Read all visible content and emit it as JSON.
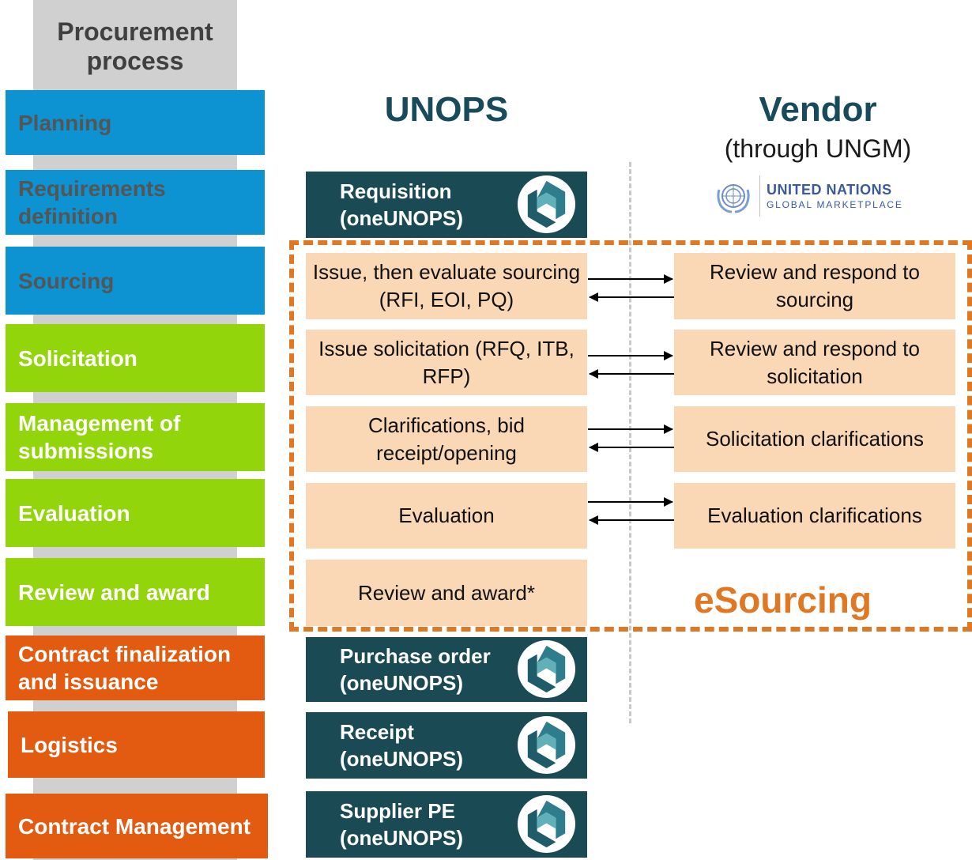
{
  "process_title": "Procurement process",
  "stages": [
    {
      "label": "Planning",
      "color": "#0d93d1"
    },
    {
      "label": "Requirements definition",
      "color": "#0d93d1"
    },
    {
      "label": "Sourcing",
      "color": "#0d93d1"
    },
    {
      "label": "Solicitation",
      "color": "#92d50a"
    },
    {
      "label": "Management of submissions",
      "color": "#92d50a"
    },
    {
      "label": "Evaluation",
      "color": "#92d50a"
    },
    {
      "label": "Review and award",
      "color": "#92d50a"
    },
    {
      "label": "Contract finalization and issuance",
      "color": "#e25b10"
    },
    {
      "label": "Logistics",
      "color": "#e25b10"
    },
    {
      "label": "Contract Management",
      "color": "#e25b10"
    }
  ],
  "unops": {
    "heading": "UNOPS",
    "requisition": "Requisition (oneUNOPS)",
    "issue_sourcing": "Issue, then evaluate sourcing (RFI, EOI, PQ)",
    "issue_solicitation": "Issue solicitation (RFQ, ITB, RFP)",
    "clarifications": "Clarifications, bid receipt/opening",
    "evaluation": "Evaluation",
    "review_award": "Review and award*",
    "purchase_order": "Purchase order (oneUNOPS)",
    "receipt": "Receipt (oneUNOPS)",
    "supplier_pe": "Supplier PE (oneUNOPS)"
  },
  "vendor": {
    "heading": "Vendor",
    "subheading": "(through UNGM)",
    "ungm_logo_line1": "UNITED NATIONS",
    "ungm_logo_line2": "GLOBAL MARKETPLACE",
    "respond_sourcing": "Review and respond to sourcing",
    "respond_solicitation": "Review and respond to solicitation",
    "solicitation_clarifications": "Solicitation clarifications",
    "evaluation_clarifications": "Evaluation clarifications"
  },
  "esourcing_label": "eSourcing",
  "colors": {
    "planning_blue": "#0d93d1",
    "solicitation_green": "#92d50a",
    "contract_orange": "#e25b10",
    "oneunops_teal": "#1a4a54",
    "peach": "#fad7b5",
    "esourcing_orange": "#e07722"
  },
  "icons": [
    "oneunops-logo-icon",
    "un-emblem-icon",
    "arrow-right-icon",
    "arrow-left-icon"
  ]
}
